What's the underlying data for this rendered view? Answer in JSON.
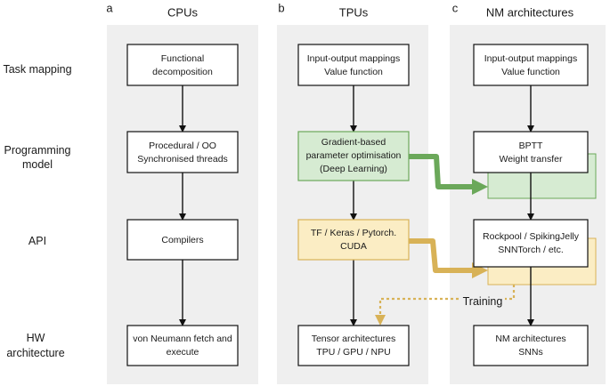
{
  "panel_labels": {
    "a": "a",
    "b": "b",
    "c": "c"
  },
  "columns": {
    "cpus": "CPUs",
    "tpus": "TPUs",
    "nm": "NM architectures"
  },
  "rows": {
    "task_mapping": "Task mapping",
    "programming_model": [
      "Programming",
      "model"
    ],
    "api": "API",
    "hw_architecture": [
      "HW",
      "architecture"
    ]
  },
  "boxes": {
    "cpu_task": [
      "Functional",
      "decomposition"
    ],
    "cpu_prog": [
      "Procedural / OO",
      "Synchronised threads"
    ],
    "cpu_api": [
      "Compilers"
    ],
    "cpu_hw": [
      "von Neumann fetch and",
      "execute"
    ],
    "tpu_task": [
      "Input-output mappings",
      "Value function"
    ],
    "tpu_prog": [
      "Gradient-based",
      "parameter optimisation",
      "(Deep Learning)"
    ],
    "tpu_api": [
      "TF / Keras / Pytorch.",
      "CUDA"
    ],
    "tpu_hw": [
      "Tensor architectures",
      "TPU / GPU / NPU"
    ],
    "nm_task": [
      "Input-output mappings",
      "Value function"
    ],
    "nm_prog": [
      "BPTT",
      "Weight transfer"
    ],
    "nm_api": [
      "Rockpool / SpikingJelly",
      "SNNTorch / etc."
    ],
    "nm_hw": [
      "NM architectures",
      "SNNs"
    ]
  },
  "training_label": "Training",
  "colors": {
    "panel_bg": "#efefef",
    "green_fill": "#d6ebd2",
    "green_stroke": "#6ba85a",
    "yellow_fill": "#fbedc4",
    "yellow_stroke": "#d8b257"
  }
}
